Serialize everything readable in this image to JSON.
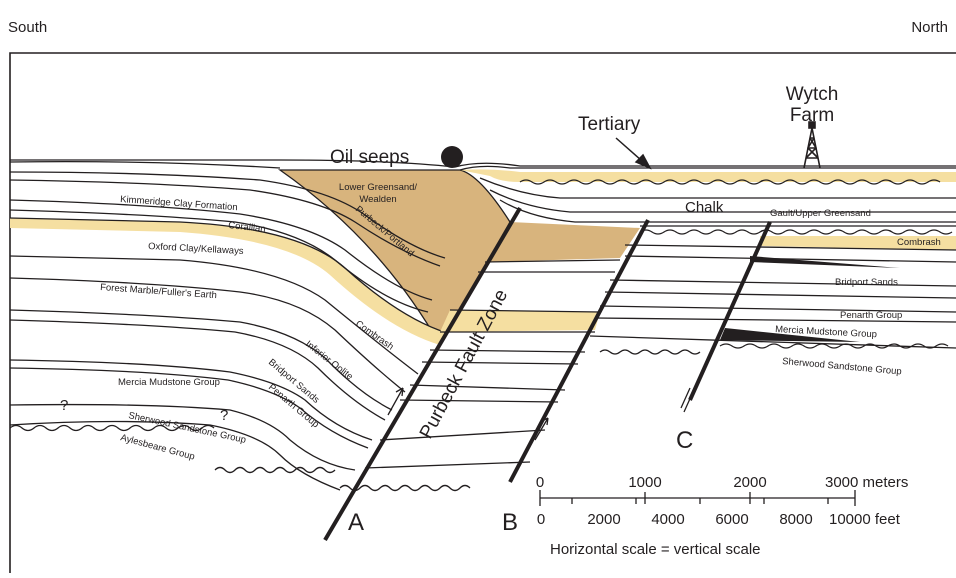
{
  "orientation": {
    "left": "South",
    "right": "North"
  },
  "labels": {
    "oil_seeps": "Oil seeps",
    "tertiary": "Tertiary",
    "wytch_1": "Wytch",
    "wytch_2": "Farm",
    "chalk": "Chalk",
    "gault": "Gault/Upper Greensand",
    "combrash_r": "Combrash",
    "bridport_r": "Bridport Sands",
    "penarth_r": "Penarth Group",
    "mercia_r": "Mercia Mudstone Group",
    "sherwood_r": "Sherwood Sandstone Group",
    "kimmeridge": "Kimmeridge Clay Formation",
    "corallian": "Corallian",
    "oxford": "Oxford Clay/Kellaways",
    "forest": "Forest Marble/Fuller's Earth",
    "combrash_l": "Combrash",
    "inferior": "Inferior Oolite",
    "bridport_l": "Bridport Sands",
    "penarth_l": "Penarth Group",
    "mercia_l": "Mercia Mudstone Group",
    "sherwood_l": "Sherwood Sandstone Group",
    "aylesbeare": "Aylesbeare Group",
    "lgs_1": "Lower Greensand/",
    "lgs_2": "Wealden",
    "purbeck_portland": "Purbeck/Portland",
    "purbeck_fault": "Purbeck Fault Zone",
    "q1": "?",
    "q2": "?",
    "fault_a": "A",
    "fault_b": "B",
    "fault_c": "C"
  },
  "scale": {
    "meters_ticks": [
      "0",
      "1000",
      "2000",
      "3000 meters"
    ],
    "feet_ticks": [
      "0",
      "2000",
      "4000",
      "6000",
      "8000",
      "10000 feet"
    ],
    "caption": "Horizontal scale = vertical scale"
  },
  "colors": {
    "sandstone": "#f5dfa1",
    "greensand": "#d8b47d",
    "line": "#231f20",
    "background": "#ffffff"
  }
}
